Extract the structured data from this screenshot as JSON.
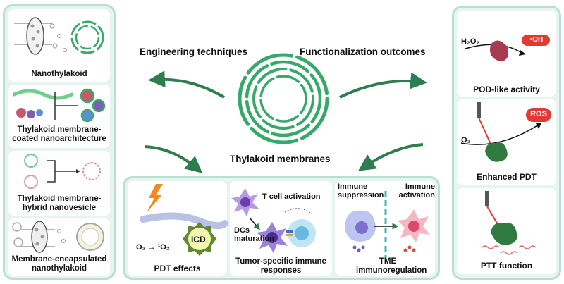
{
  "left_panel": {
    "items": [
      {
        "label": "Nanothylakoid"
      },
      {
        "label": "Thylakoid membrane-coated nanoarchitecture"
      },
      {
        "label": "Thylakoid membrane-hybrid nanovesicle"
      },
      {
        "label": "Membrane-encapsulated nanothylakoid"
      }
    ]
  },
  "center": {
    "engineering_label": "Engineering techniques",
    "functionalization_label": "Functionalization outcomes",
    "main_label": "Thylakoid membranes"
  },
  "bottom_panel": {
    "pdt_effects": {
      "label": "PDT effects",
      "reaction_left": "O₂",
      "reaction_right": "¹O₂",
      "badge": "ICD"
    },
    "tumor_immune": {
      "label": "Tumor-specific immune responses",
      "tcell": "T cell activation",
      "dcs": "DCs maturation"
    },
    "tme": {
      "label": "TME immunoregulation",
      "suppression": "Immune suppression",
      "activation": "Immune activation"
    }
  },
  "right_panel": {
    "pod": {
      "label": "POD-like activity",
      "h2o2": "H₂O₂",
      "oh": "•OH"
    },
    "pdt": {
      "label": "Enhanced PDT",
      "o2": "O₂",
      "ros": "ROS"
    },
    "ptt": {
      "label": "PTT function"
    }
  },
  "colors": {
    "panel_border": "#b9dfd3",
    "panel_fill": "#e7f5f0",
    "green": "#2e8b57",
    "dark_green": "#1f6b3a",
    "red": "#e23a33"
  }
}
